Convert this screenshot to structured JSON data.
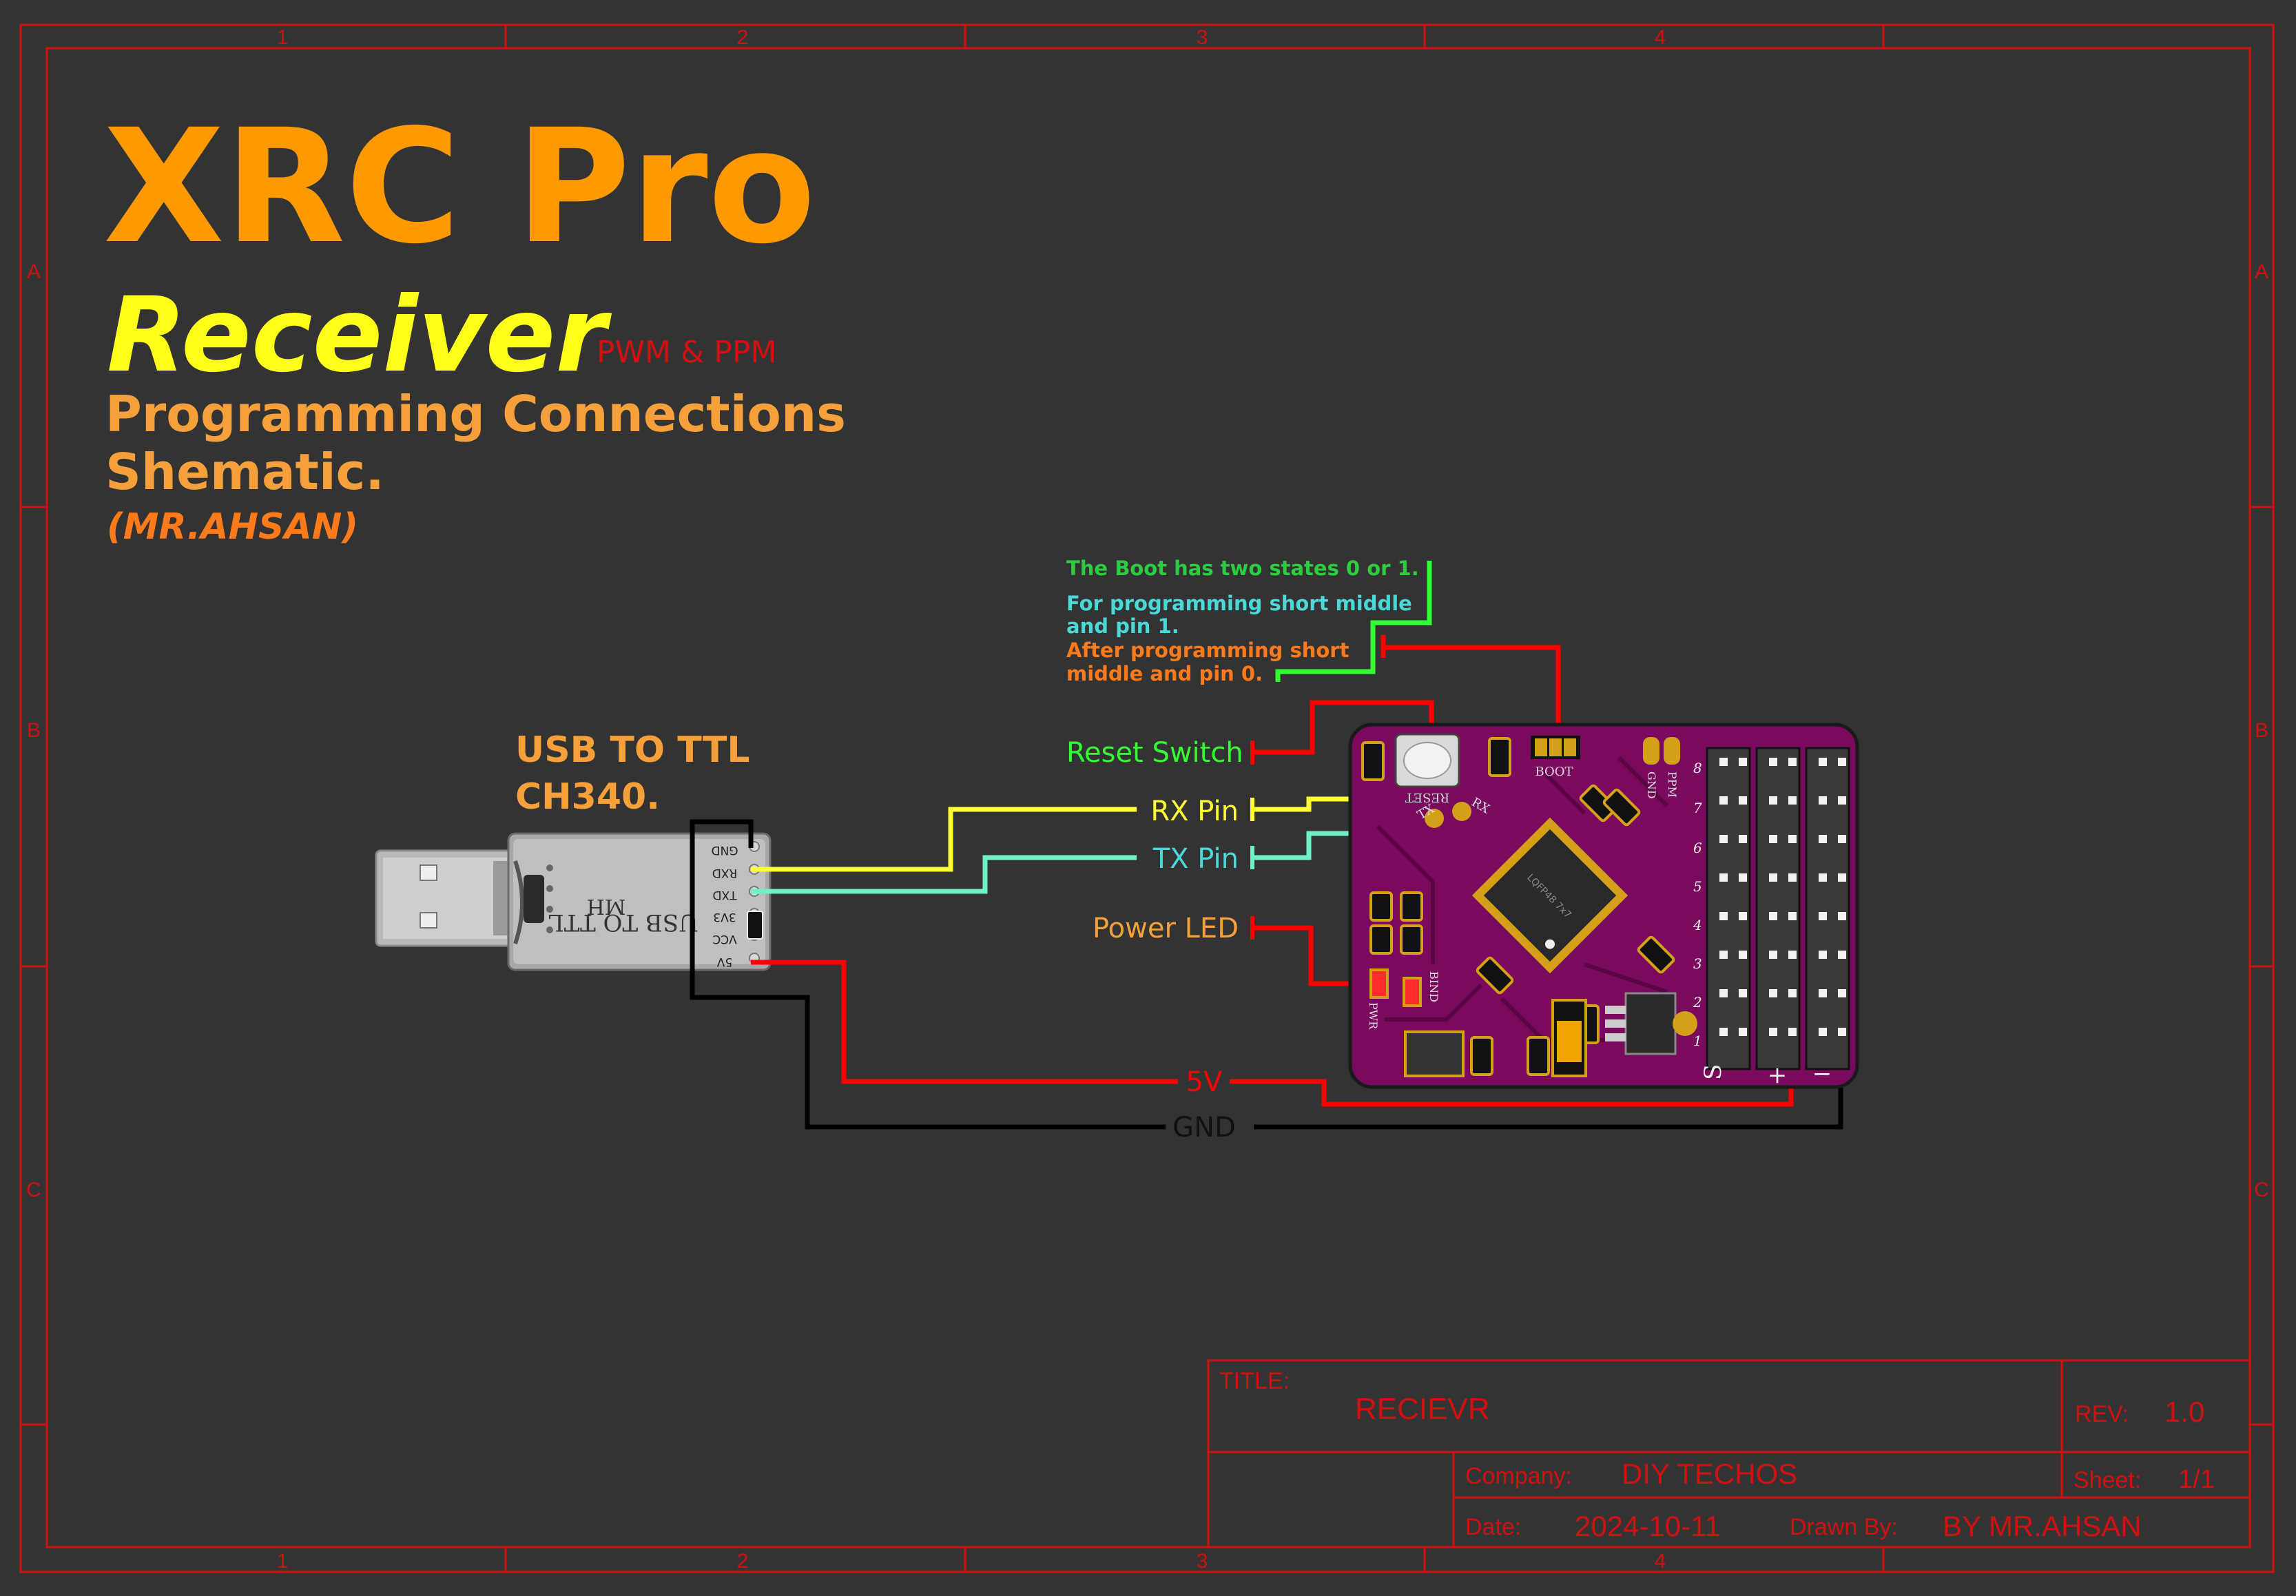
{
  "frame": {
    "columns": [
      "1",
      "2",
      "3",
      "4"
    ],
    "rows": [
      "A",
      "B",
      "C"
    ]
  },
  "heading": {
    "title": "XRC Pro",
    "subtitle": "Receiver",
    "tag": "PWM & PPM",
    "line1": "Programming Connections",
    "line2": "Shematic.",
    "author": "(MR.AHSAN)"
  },
  "notes": {
    "boot_states": "The Boot has two states 0 or 1.",
    "prog_line1": "For programming short middle",
    "prog_line2": "and pin 1.",
    "after_line1": "After programming short",
    "after_line2": "middle and pin 0."
  },
  "adapter": {
    "title_line1": "USB TO TTL",
    "title_line2": "CH340.",
    "body_text": "USB TO TTL",
    "mark": "MH",
    "pins": [
      "GND",
      "RXD",
      "TXD",
      "3V3",
      "VCC",
      "5V"
    ]
  },
  "connections": {
    "reset": "Reset Switch",
    "rx": "RX Pin",
    "tx": "TX Pin",
    "power_led": "Power LED",
    "v5": "5V",
    "gnd": "GND"
  },
  "board": {
    "boot": "BOOT",
    "reset": "RESET",
    "tx": "TX",
    "rx": "RX",
    "gnd": "GND",
    "ppm": "PPM",
    "pwr": "PWR",
    "bind": "BIND",
    "chip": "LQFP48 7x7",
    "channels": [
      "8",
      "7",
      "6",
      "5",
      "4",
      "3",
      "2",
      "1"
    ],
    "rail_s": "S",
    "rail_plus": "+",
    "rail_minus": "−"
  },
  "title_block": {
    "title_label": "TITLE:",
    "title_value": "RECIEVR",
    "rev_label": "REV:",
    "rev_value": "1.0",
    "company_label": "Company:",
    "company_value": "DIY TECHOS",
    "sheet_label": "Sheet:",
    "sheet_value": "1/1",
    "date_label": "Date:",
    "date_value": "2024-10-11",
    "drawn_label": "Drawn By:",
    "drawn_value": "BY MR.AHSAN"
  },
  "colors": {
    "background": "#333333",
    "frame": "#d40f0f",
    "title_orange": "#ff9900",
    "receiver_yellow": "#ffff1a",
    "heading_orange": "#f5a03a",
    "author_orange": "#ff7a1a",
    "note_green": "#2ecc40",
    "note_cyan": "#4dd8d8",
    "wire_yellow": "#ffff33",
    "wire_cyan": "#6ff0c8",
    "wire_red": "#ff0000",
    "wire_black": "#000000",
    "wire_green": "#33ff33",
    "board_purple": "#7a0a5e"
  }
}
